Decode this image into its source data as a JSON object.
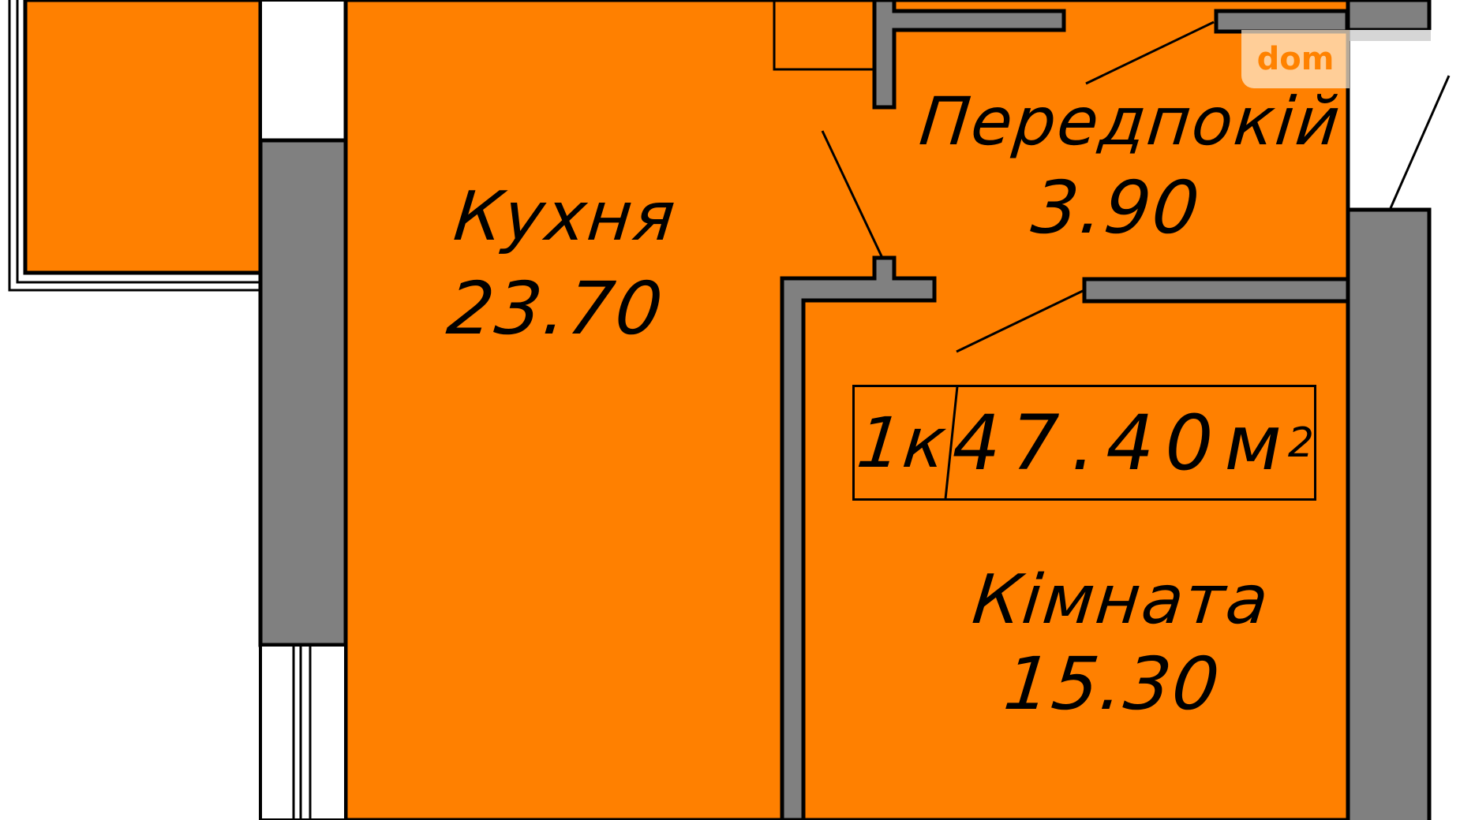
{
  "plan": {
    "type": "apartment floor plan",
    "colors": {
      "room_fill": "#ff8000",
      "wall_fill": "#808080",
      "outline": "#000000",
      "background": "#ffffff",
      "watermark_text": "#ff8200"
    },
    "rooms": [
      {
        "name": "Кухня",
        "area": "23.70"
      },
      {
        "name": "Передпокій",
        "area": "3.90"
      },
      {
        "name": "Кімната",
        "area": "15.30"
      }
    ],
    "summary": {
      "rooms_count": "1к",
      "total_area": "47.40м",
      "area_unit_exponent": "2"
    }
  },
  "watermark": {
    "text": "dom"
  }
}
